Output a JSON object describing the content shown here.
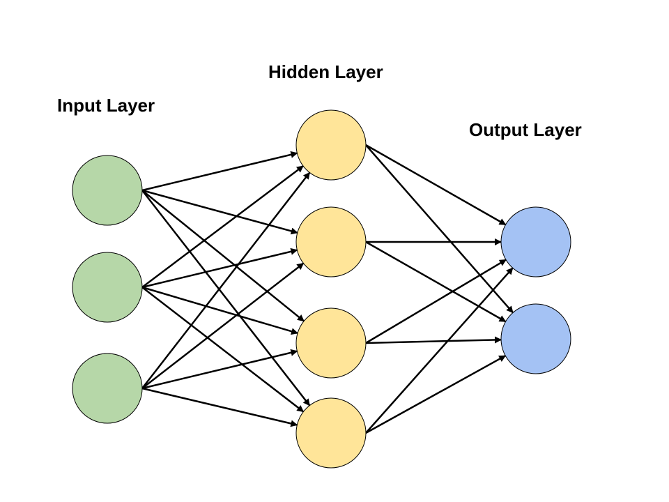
{
  "labels": {
    "input": "Input Layer",
    "hidden": "Hidden Layer",
    "output": "Output Layer"
  },
  "layers": {
    "input": {
      "count": 3,
      "fill": "#b6d7a8"
    },
    "hidden": {
      "count": 4,
      "fill": "#ffe599"
    },
    "output": {
      "count": 2,
      "fill": "#a4c2f4"
    }
  },
  "colors": {
    "stroke": "#000000",
    "background": "#ffffff"
  },
  "connectivity": "fully-connected"
}
